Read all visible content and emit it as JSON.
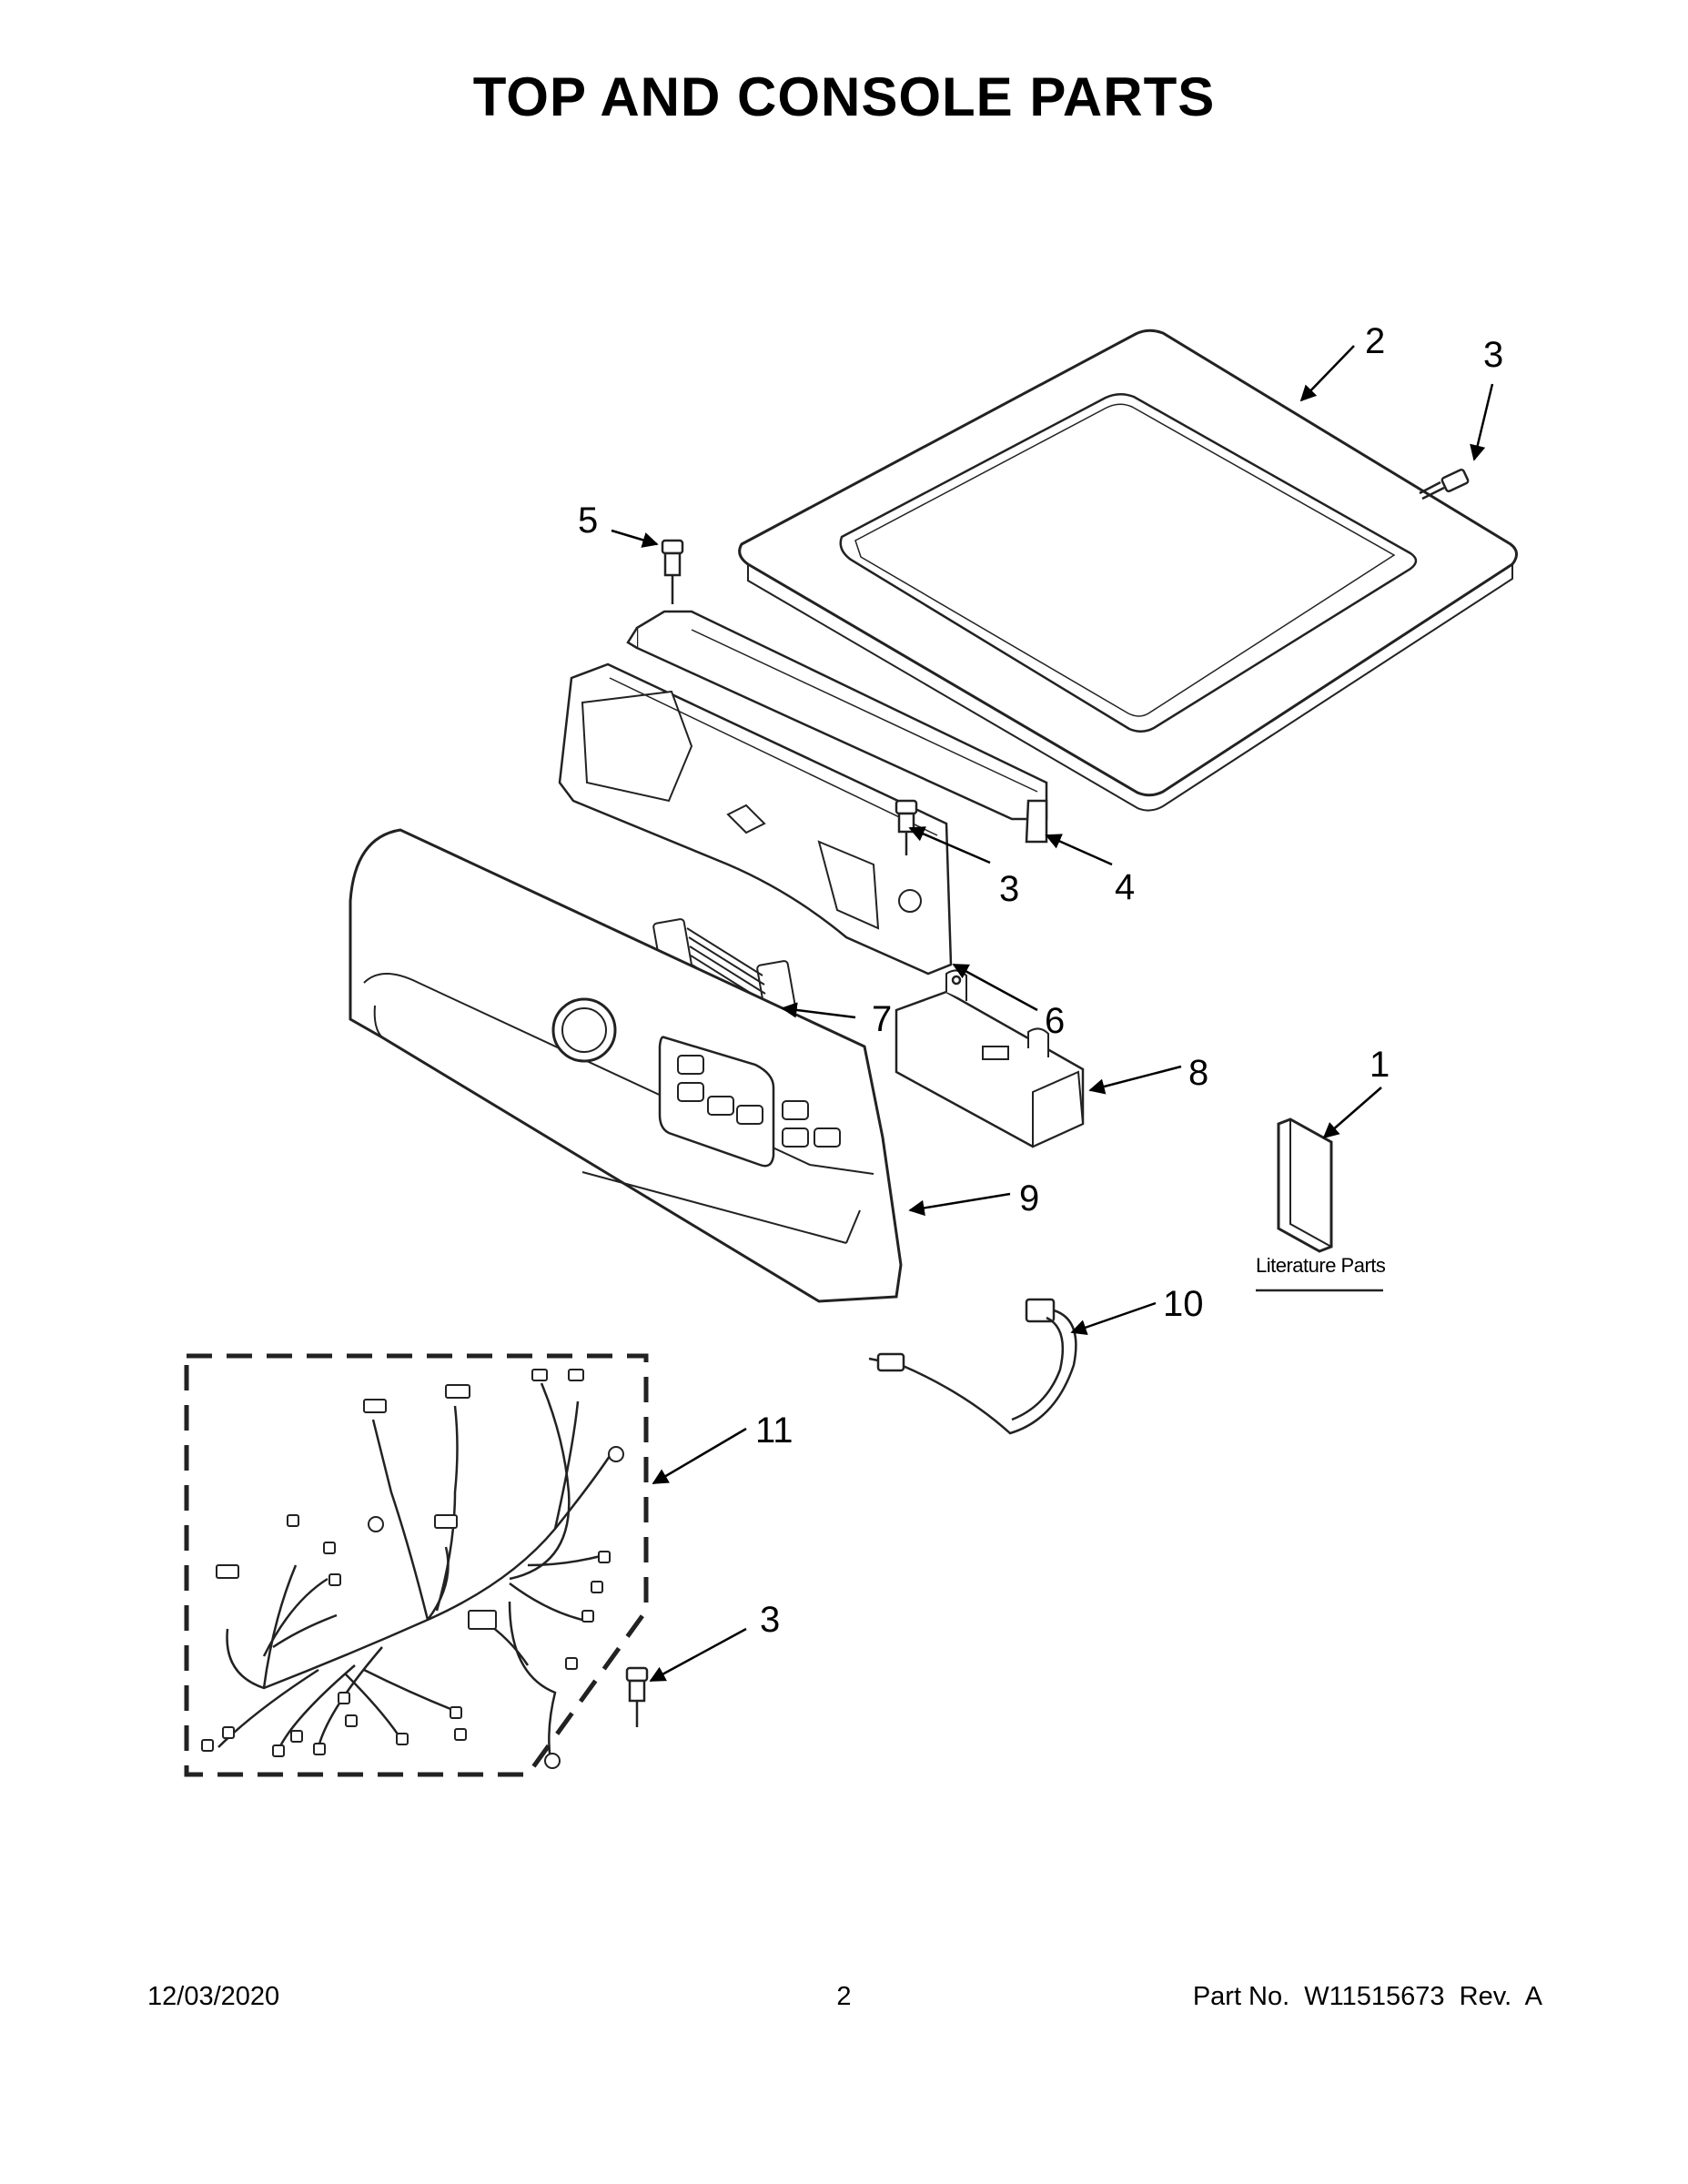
{
  "page": {
    "title": "TOP AND CONSOLE PARTS",
    "footer": {
      "date": "12/03/2020",
      "page_number": "2",
      "part_number": "Part No.  W11515673  Rev.  A"
    }
  },
  "diagram": {
    "literature_label": "Literature Parts",
    "callouts": [
      {
        "id": "callout-2-top",
        "label": "2"
      },
      {
        "id": "callout-3-top",
        "label": "3"
      },
      {
        "id": "callout-5",
        "label": "5"
      },
      {
        "id": "callout-3-mid",
        "label": "3"
      },
      {
        "id": "callout-4",
        "label": "4"
      },
      {
        "id": "callout-6",
        "label": "6"
      },
      {
        "id": "callout-7",
        "label": "7"
      },
      {
        "id": "callout-1",
        "label": "1"
      },
      {
        "id": "callout-8",
        "label": "8"
      },
      {
        "id": "callout-9",
        "label": "9"
      },
      {
        "id": "callout-10",
        "label": "10"
      },
      {
        "id": "callout-11",
        "label": "11"
      },
      {
        "id": "callout-3-bottom",
        "label": "3"
      }
    ]
  }
}
